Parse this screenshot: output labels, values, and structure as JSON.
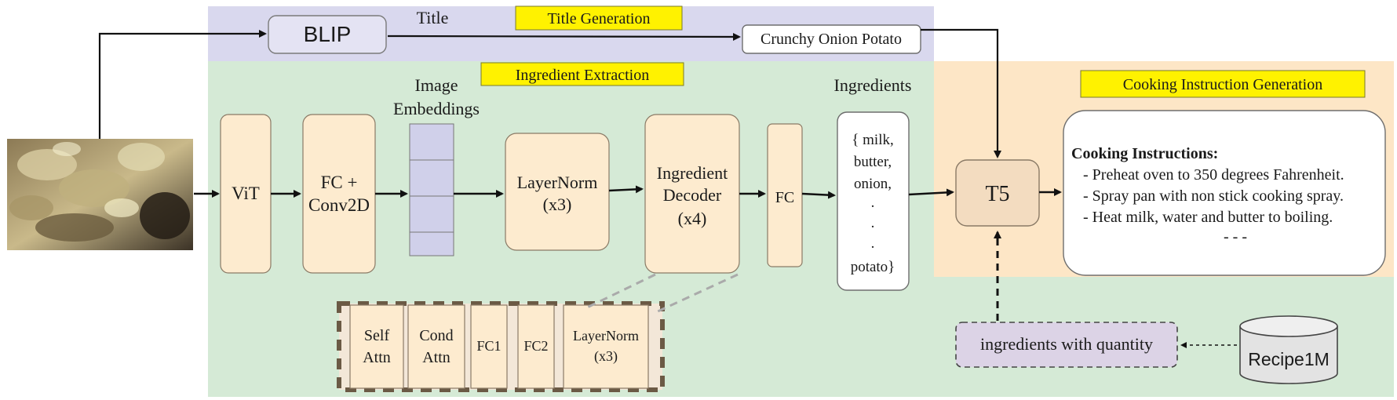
{
  "title_gen": {
    "label": "Title Generation",
    "blip": "BLIP",
    "title_word": "Title",
    "title_output": "Crunchy Onion Potato"
  },
  "ingredient_extraction": {
    "label": "Ingredient Extraction",
    "vit": "ViT",
    "fc_conv": [
      "FC +",
      "Conv2D"
    ],
    "embeddings": [
      "Image",
      "Embeddings"
    ],
    "layernorm": [
      "LayerNorm",
      "(x3)"
    ],
    "decoder": [
      "Ingredient",
      "Decoder",
      "(x4)"
    ],
    "fc": "FC",
    "ingredients_heading": "Ingredients",
    "ingredients_list": [
      "{ milk,",
      "butter,",
      "onion,",
      ".",
      ".",
      ".",
      "potato}"
    ],
    "decoder_detail": {
      "self_attn": [
        "Self",
        "Attn"
      ],
      "cond_attn": [
        "Cond",
        "Attn"
      ],
      "fc1": "FC1",
      "fc2": "FC2",
      "layernorm": [
        "LayerNorm",
        "(x3)"
      ]
    }
  },
  "cooking": {
    "label": "Cooking Instruction Generation",
    "t5": "T5",
    "heading": "Cooking Instructions:",
    "steps": [
      "- Preheat oven to 350 degrees Fahrenheit.",
      "- Spray pan with non stick cooking spray.",
      "- Heat milk, water and butter to boiling."
    ],
    "ellipsis": "- - -",
    "quantity_box": "ingredients with quantity",
    "dataset": "Recipe1M"
  },
  "colors": {
    "title_band": "#d9d8ee",
    "green_band": "#d5ead6",
    "orange_band": "#fde6c6",
    "peach_box": "#fdebcf",
    "yellow_tag": "#fff200",
    "embedding_cell": "#d0d0ea",
    "quantity_box": "#dcd3e6",
    "cylinder": "#e3e3e3"
  }
}
